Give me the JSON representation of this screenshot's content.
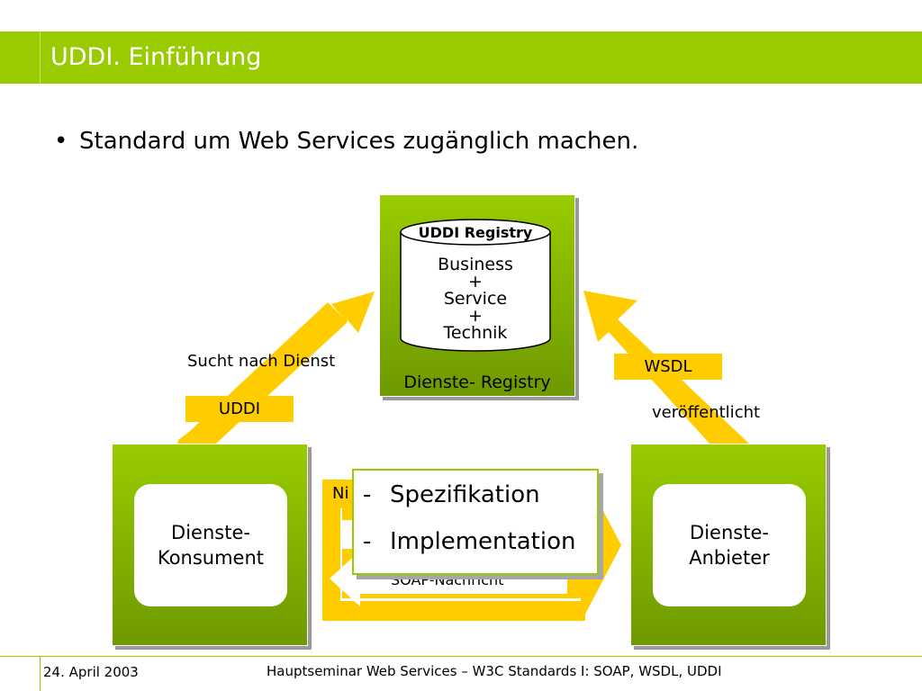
{
  "slide": {
    "title": "UDDI. Einführung"
  },
  "bullet": {
    "symbol": "•",
    "text": "Standard um Web Services zugänglich machen."
  },
  "diagram": {
    "registry": {
      "cylinder_title": "UDDI Registry",
      "lines": [
        "Business",
        "+",
        "Service",
        "+",
        "Technik"
      ],
      "caption": "Dienste- Registry"
    },
    "consumer": {
      "label": "Dienste-\nKonsument"
    },
    "provider": {
      "label": "Dienste-\nAnbieter"
    },
    "left_arrow": {
      "tag": "UDDI",
      "label": "Sucht nach Dienst"
    },
    "right_arrow": {
      "tag": "WSDL",
      "label": "veröffentlicht"
    },
    "bottom": {
      "partial_label": "Ni",
      "soap_label": "SOAP-Nachricht"
    },
    "spec_box": {
      "items": [
        {
          "dash": "-",
          "text": "Spezifikation"
        },
        {
          "dash": "-",
          "text": "Implementation"
        }
      ]
    }
  },
  "footer": {
    "date": "24. April 2003",
    "center": "Hauptseminar Web Services – W3C Standards I: SOAP, WSDL, UDDI"
  },
  "colors": {
    "accent_green": "#99cc00",
    "arrow_yellow": "#ffcc00"
  }
}
